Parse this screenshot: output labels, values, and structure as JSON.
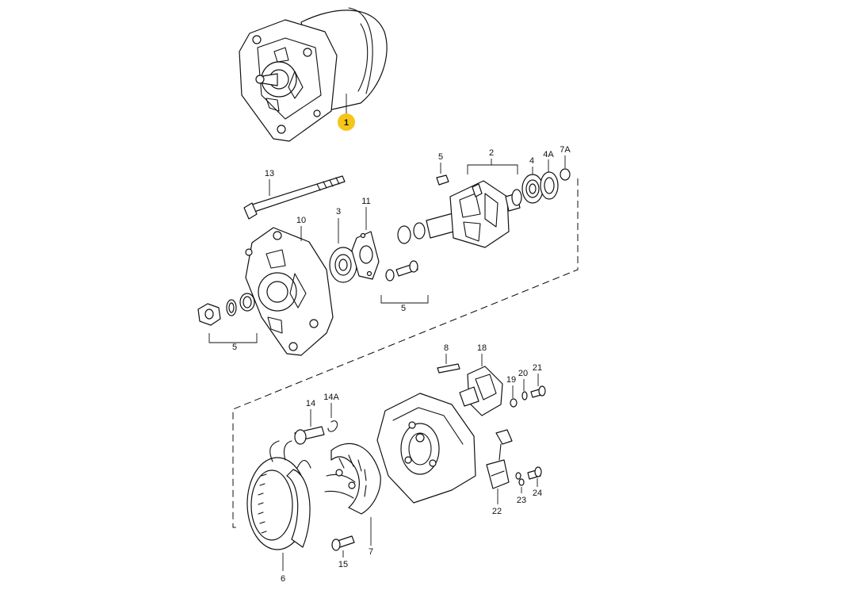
{
  "highlight_color": "#f5c518",
  "callouts": {
    "c1": "1",
    "c2": "2",
    "c3": "3",
    "c4": "4",
    "c4a": "4A",
    "c5_rotor": "5",
    "c5_bolt": "5",
    "c5_nut": "5",
    "c6": "6",
    "c7": "7",
    "c7a": "7A",
    "c8": "8",
    "c10": "10",
    "c11": "11",
    "c13": "13",
    "c14": "14",
    "c14a": "14A",
    "c15": "15",
    "c18": "18",
    "c19": "19",
    "c20": "20",
    "c21": "21",
    "c22": "22",
    "c23": "23",
    "c24": "24"
  }
}
